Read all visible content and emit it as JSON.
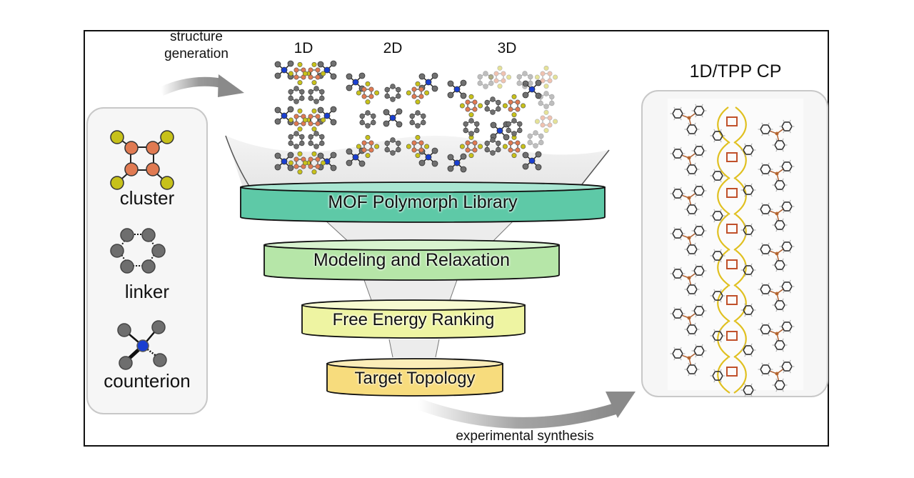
{
  "figure": {
    "building_blocks": [
      {
        "label": "cluster",
        "icon": "cluster-icon"
      },
      {
        "label": "linker",
        "icon": "linker-icon"
      },
      {
        "label": "counterion",
        "icon": "counterion-icon"
      }
    ],
    "arrow_top_label": [
      "structure",
      "generation"
    ],
    "dimensionality_labels": [
      "1D",
      "2D",
      "3D"
    ],
    "funnel_stages": [
      {
        "label": "MOF Polymorph Library",
        "color": "#5ec9a7",
        "top_color": "#a9e6d2"
      },
      {
        "label": "Modeling and Relaxation",
        "color": "#b6e6a8",
        "top_color": "#d8f3cf"
      },
      {
        "label": "Free Energy Ranking",
        "color": "#eef4a2",
        "top_color": "#f7fad0"
      },
      {
        "label": "Target Topology",
        "color": "#f7dc7d",
        "top_color": "#fbedb8"
      }
    ],
    "arrow_bottom_label": "experimental synthesis",
    "result_title": "1D/TPP CP",
    "colors": {
      "cluster_metal": "#e07a52",
      "cluster_ligand": "#c7c11a",
      "carbon": "#707070",
      "nitrogen": "#1a3fd0",
      "panel_bg": "#f6f6f6",
      "panel_border": "#c8c8c8",
      "arrow": "#8a8a8a"
    }
  }
}
